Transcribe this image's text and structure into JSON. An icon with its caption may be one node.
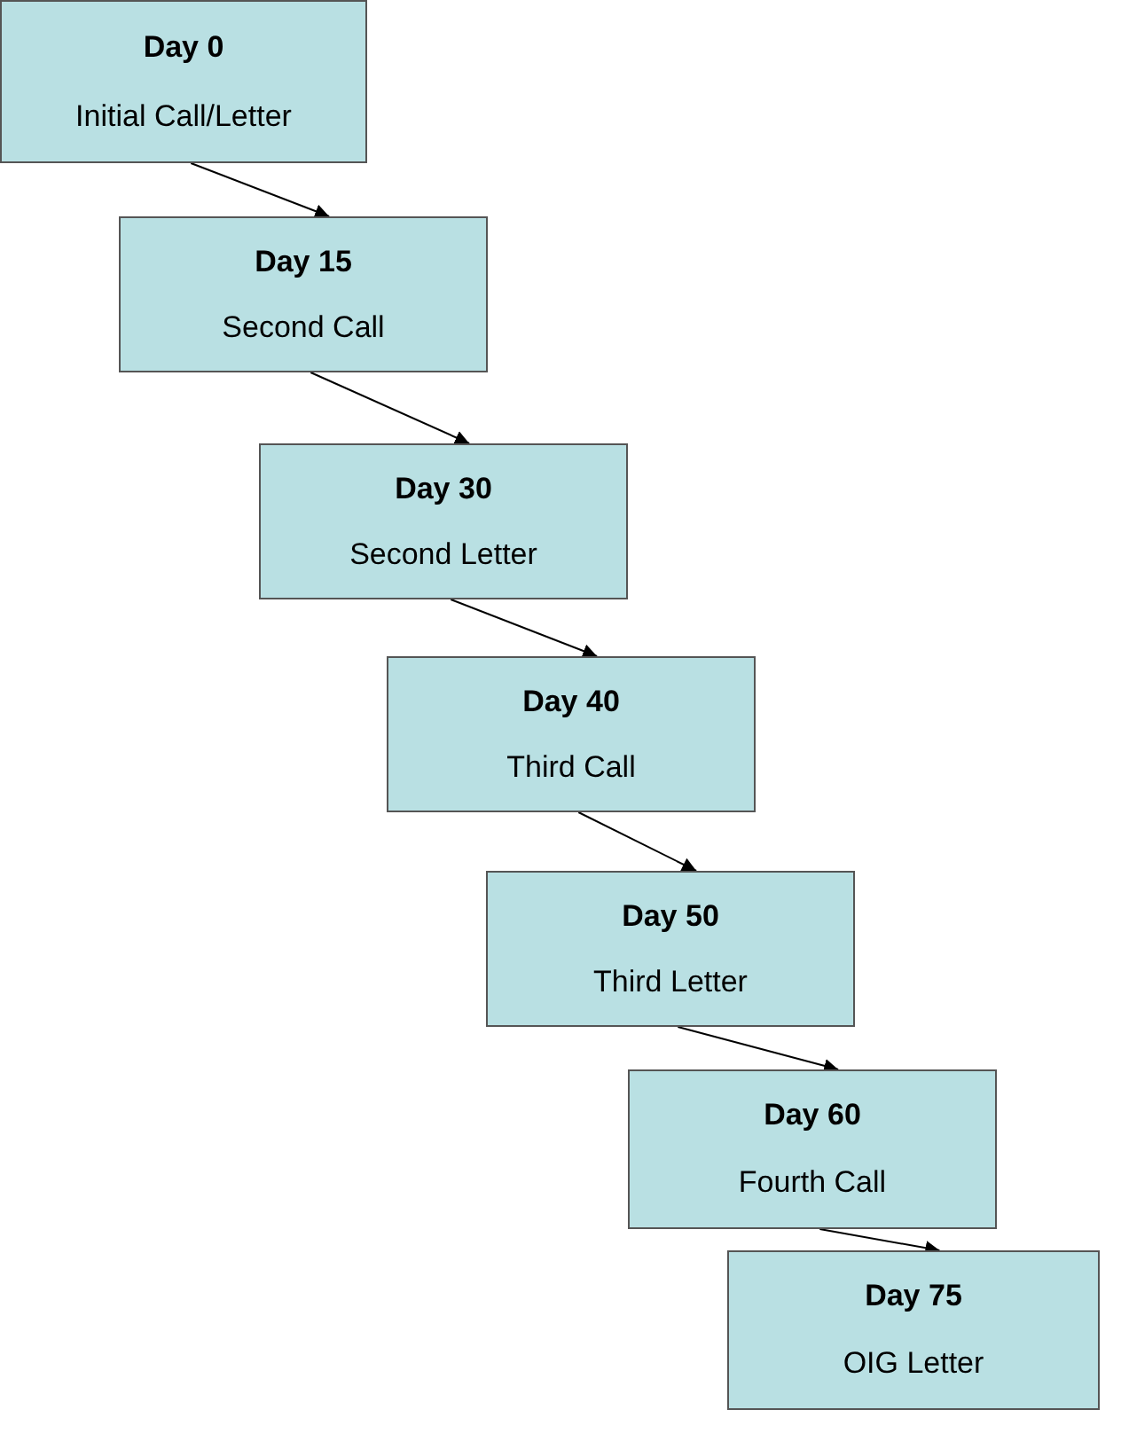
{
  "diagram": {
    "nodes": [
      {
        "text": [
          "Day 0",
          "Initial Call/Letter"
        ]
      },
      {
        "text": [
          "Day 15",
          "Second Call"
        ]
      },
      {
        "text": [
          "Day 30",
          "Second Letter"
        ]
      },
      {
        "text": [
          "Day 40",
          "Third Call"
        ]
      },
      {
        "text": [
          "Day 50",
          "Third Letter"
        ]
      },
      {
        "text": [
          "Day 60",
          "Fourth Call"
        ]
      },
      {
        "text": [
          "Day 75",
          "OIG Letter"
        ]
      }
    ],
    "edges": [
      {
        "from": 0,
        "to": 1,
        "arrow": "to"
      },
      {
        "from": 1,
        "to": 2,
        "arrow": "to"
      },
      {
        "from": 2,
        "to": 3,
        "arrow": "to"
      },
      {
        "from": 3,
        "to": 4,
        "arrow": "to"
      },
      {
        "from": 4,
        "to": 5,
        "arrow": "to"
      },
      {
        "from": 5,
        "to": 6,
        "arrow": "to"
      }
    ]
  }
}
